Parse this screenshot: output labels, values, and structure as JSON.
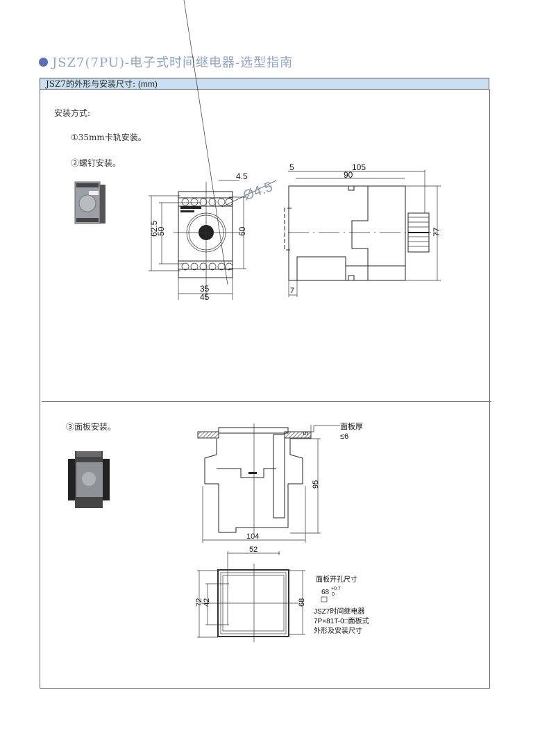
{
  "title": "JSZ7(7PU)-电子式时间继电器-选型指南",
  "section_header": {
    "label": "JSZ7的外形与安装尺寸:",
    "unit": "(mm)"
  },
  "install": {
    "heading": "安装方式:",
    "methods": [
      "①35mm卡轨安装。",
      "②螺钉安装。",
      "③面板安装。"
    ]
  },
  "front_view": {
    "dims": [
      "4.5",
      "Ø4.5",
      "62.5",
      "50",
      "60",
      "35",
      "45"
    ]
  },
  "side_view": {
    "dims": [
      "5",
      "105",
      "90",
      "77",
      "7"
    ]
  },
  "panel_view": {
    "dims": [
      "5",
      "95",
      "104"
    ],
    "panel_thickness": "面板厚",
    "panel_thickness_max": "≤6"
  },
  "cutout_view": {
    "dims": [
      "52",
      "72",
      "42",
      "68"
    ],
    "cutout_label": "面板开孔尺寸",
    "cutout_size": "68",
    "tol_plus": "+0.7",
    "tol_minus": "0",
    "caption": [
      "JSZ7时间继电器",
      "7P×81T-0□面板式",
      "外形及安装尺寸"
    ]
  },
  "colors": {
    "accent": "#5b6fbf",
    "header_bg": "#c8e0f2"
  }
}
